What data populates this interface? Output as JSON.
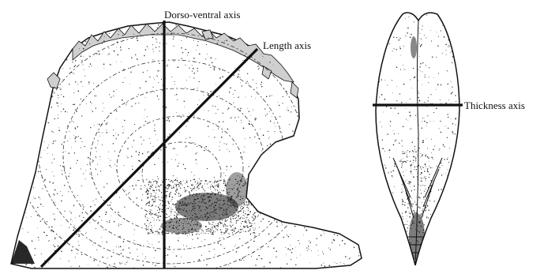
{
  "labels": {
    "dorso_ventral": "Dorso-ventral axis",
    "length": "Length axis",
    "thickness": "Thickness axis"
  },
  "colors": {
    "ink": "#111111",
    "paper": "#ffffff",
    "edge_fill": "#cfcfcf"
  }
}
